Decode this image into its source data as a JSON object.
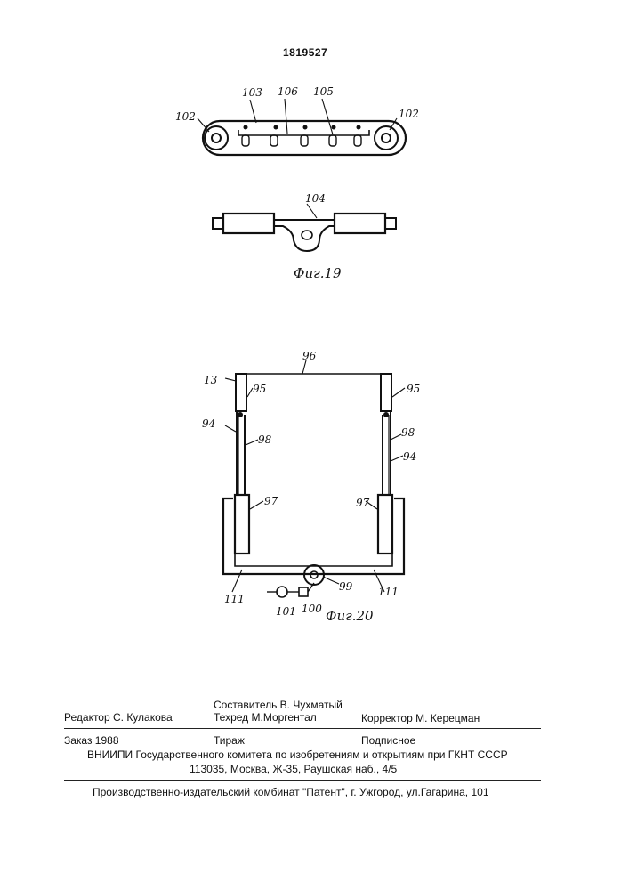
{
  "patent_number": "1819527",
  "fig19": {
    "caption": "Фиг.19",
    "labels": {
      "l102a": "102",
      "l102b": "102",
      "l103": "103",
      "l106": "106",
      "l105": "105",
      "l104": "104"
    }
  },
  "fig20": {
    "caption": "Фиг.20",
    "labels": {
      "l96": "96",
      "l13": "13",
      "l95a": "95",
      "l95b": "95",
      "l94a": "94",
      "l94b": "94",
      "l98a": "98",
      "l98b": "98",
      "l97a": "97",
      "l97b": "97",
      "l111a": "111",
      "l111b": "111",
      "l99": "99",
      "l101": "101",
      "l100": "100"
    }
  },
  "imprint": {
    "compiler": "Составитель  В. Чухматый",
    "editor": "Редактор   С. Кулакова",
    "techred": "Техред М.Моргентал",
    "corrector": "Корректор  М. Керецман",
    "order": "Заказ  1988",
    "circulation": "Тираж",
    "subscription": "Подписное",
    "org": "ВНИИПИ Государственного комитета по изобретениям и открытиям при ГКНТ СССР",
    "address": "113035, Москва, Ж-35, Раушская наб., 4/5",
    "publisher": "Производственно-издательский комбинат \"Патент\", г. Ужгород, ул.Гагарина, 101"
  }
}
